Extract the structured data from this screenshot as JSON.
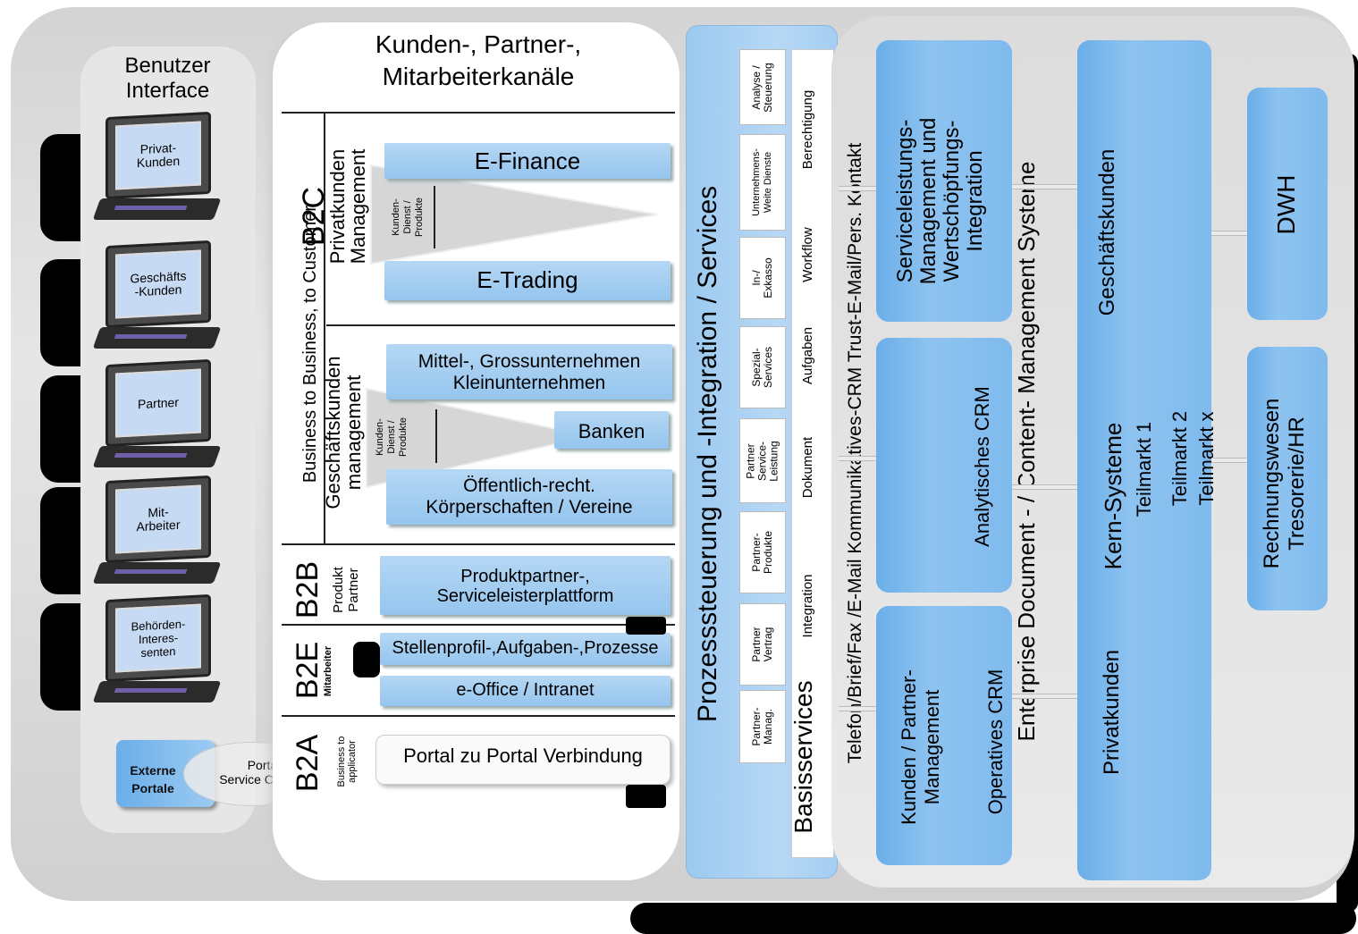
{
  "user_interface": {
    "title": "Benutzer Interface",
    "clients": [
      {
        "label": "Privat-\nKunden"
      },
      {
        "label": "Geschäfts\n-Kunden"
      },
      {
        "label": "Partner"
      },
      {
        "label": "Mit-\nArbeiter"
      },
      {
        "label": "Behörden-\nInteres-\nsenten"
      }
    ],
    "external": "Externe\nPortale",
    "portal_centers": "Portal\nService Centers"
  },
  "channels": {
    "title": "Kunden-, Partner-,\nMitarbeiterkanäle",
    "side_label": "Business to Business, to Customer",
    "b2c": {
      "code": "B2C",
      "sub": "Privatkunden\nManagement",
      "triangle": "Kunden-\nDienst /\nProdukte",
      "items": [
        "E-Finance",
        "E-Trading"
      ]
    },
    "b2b_gk": {
      "sub": "Geschäftskunden\nmanagement",
      "triangle": "Kunden-\nDienst /\nProdukte",
      "items": [
        "Mittel-, Grossunternehmen\nKleinunternehmen",
        "Banken",
        "Öffentlich-recht.\nKörperschaften / Vereine"
      ]
    },
    "b2b": {
      "code": "B2B",
      "sub": "Produkt\nPartner",
      "items": [
        "Produktpartner-,\nServiceleisterplattform"
      ]
    },
    "b2e": {
      "code": "B2E",
      "sub": "Mitarbeiter",
      "items": [
        "Stellenprofil-,Aufgaben-,Prozesse",
        "e-Office / Intranet"
      ]
    },
    "b2a": {
      "code": "B2A",
      "sub": "Business to\napplicator",
      "items": [
        "Portal zu Portal Verbindung"
      ]
    }
  },
  "services": {
    "title": "Prozesssteuerung und -Integration   /   Services",
    "basis": "Basisservices",
    "cells": [
      "Partner-\nManag.",
      "Partner\nVertrag",
      "Partner-\nProdukte",
      "Partner\nService-\nLeistung",
      "Spezial-\nServices",
      "In-/\nExkasso",
      "Unternehmens-\nWeite Dienste",
      "Analyse /\nSteuerung"
    ],
    "basis_items": [
      "Integration",
      "Dokument",
      "Aufgaben",
      "Workflow",
      "Berechtigung"
    ]
  },
  "kommunikation": "Telefon/Brief/Fax /E-Mail Kommunikatives-CRM Trust-E-Mail/Pers. Kontakt",
  "crm": {
    "top": "Serviceleistungs-\nManagement und\nWertschöpfungs-\nIntegration",
    "mid": "Analytisches CRM",
    "bottom_left": "Kunden / Partner-\nManagement",
    "bottom_right": "Operatives CRM"
  },
  "ecm": "Enterprise   Document - / Content-  Management   Systeme",
  "kern": {
    "top": "Geschäftskunden",
    "main": "Kern-Systeme",
    "markets": [
      "Teilmarkt 1",
      "Teilmarkt 2",
      "Teilmarkt x"
    ],
    "bottom": "Privatkunden"
  },
  "dwh": "DWH",
  "rewe": "Rechnungswesen\nTresorerie/HR"
}
